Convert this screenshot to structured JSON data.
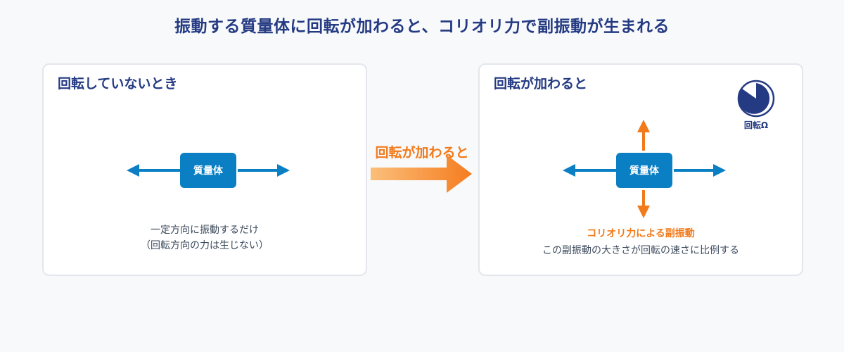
{
  "title": "振動する質量体に回転が加わると、コリオリ力で副振動が生まれる",
  "left_panel": {
    "heading": "回転していないとき",
    "mass_label": "質量体",
    "caption_line1": "一定方向に振動するだけ",
    "caption_line2": "（回転方向の力は生じない）"
  },
  "middle": {
    "label": "回転が加わると"
  },
  "right_panel": {
    "heading": "回転が加わると",
    "mass_label": "質量体",
    "rotation_label": "回転Ω",
    "coriolis_caption": "コリオリ力による副振動",
    "note": "この副振動の大きさが回転の速さに比例する"
  },
  "colors": {
    "title": "#243a82",
    "primary_arrow": "#0b7fc3",
    "coriolis_arrow": "#f27a1a",
    "rotation_icon": "#243a82"
  }
}
